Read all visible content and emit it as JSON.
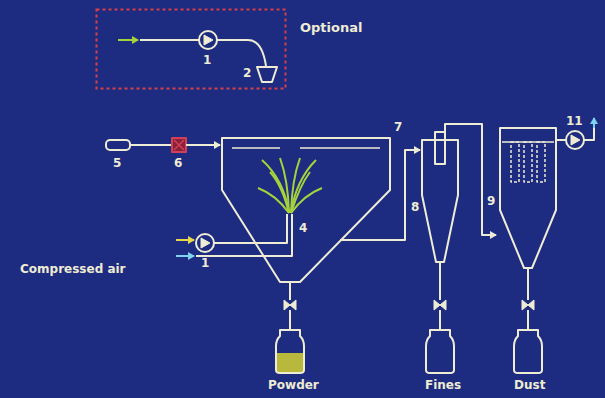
{
  "diagram": {
    "nodes": [
      {
        "text": [
          "Optional"
        ]
      }
    ],
    "labels": [
      "1",
      "2",
      "5",
      "6",
      "7",
      "1",
      "4",
      "8",
      "9",
      "11",
      "Compressed air",
      "Powder",
      "Fines",
      "Dust"
    ]
  }
}
